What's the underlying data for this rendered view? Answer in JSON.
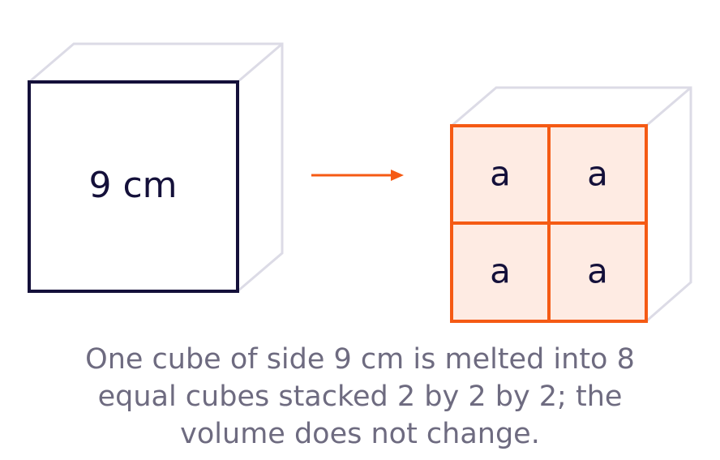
{
  "diagram": {
    "big_cube": {
      "label": "9 cm"
    },
    "small_cubes": {
      "labels": [
        "a",
        "a",
        "a",
        "a"
      ]
    },
    "colors": {
      "outline_dark": "#14103a",
      "ghost_edges": "#dcdbe6",
      "accent": "#f55a14",
      "small_cube_fill": "#feebe3",
      "caption_text": "#6e6b80"
    }
  },
  "caption": {
    "lines": [
      "One cube of side 9 cm is melted into 8",
      "equal cubes stacked 2 by 2 by 2; the",
      "volume does not change."
    ]
  }
}
